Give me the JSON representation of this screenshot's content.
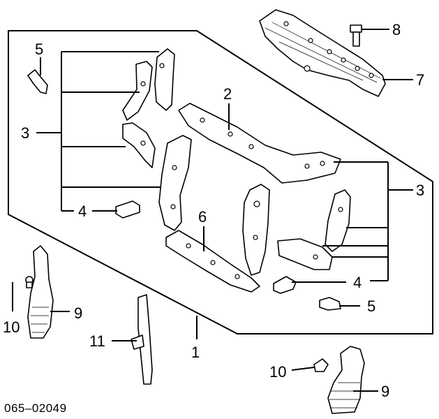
{
  "diagram_code": "065–02049",
  "callouts": {
    "c1": "1",
    "c2": "2",
    "c3_left": "3",
    "c3_right": "3",
    "c4_left": "4",
    "c4_right": "4",
    "c5_top": "5",
    "c5_bottom": "5",
    "c6": "6",
    "c7": "7",
    "c8": "8",
    "c9_left": "9",
    "c9_right": "9",
    "c10_left": "10",
    "c10_right": "10",
    "c11": "11"
  }
}
